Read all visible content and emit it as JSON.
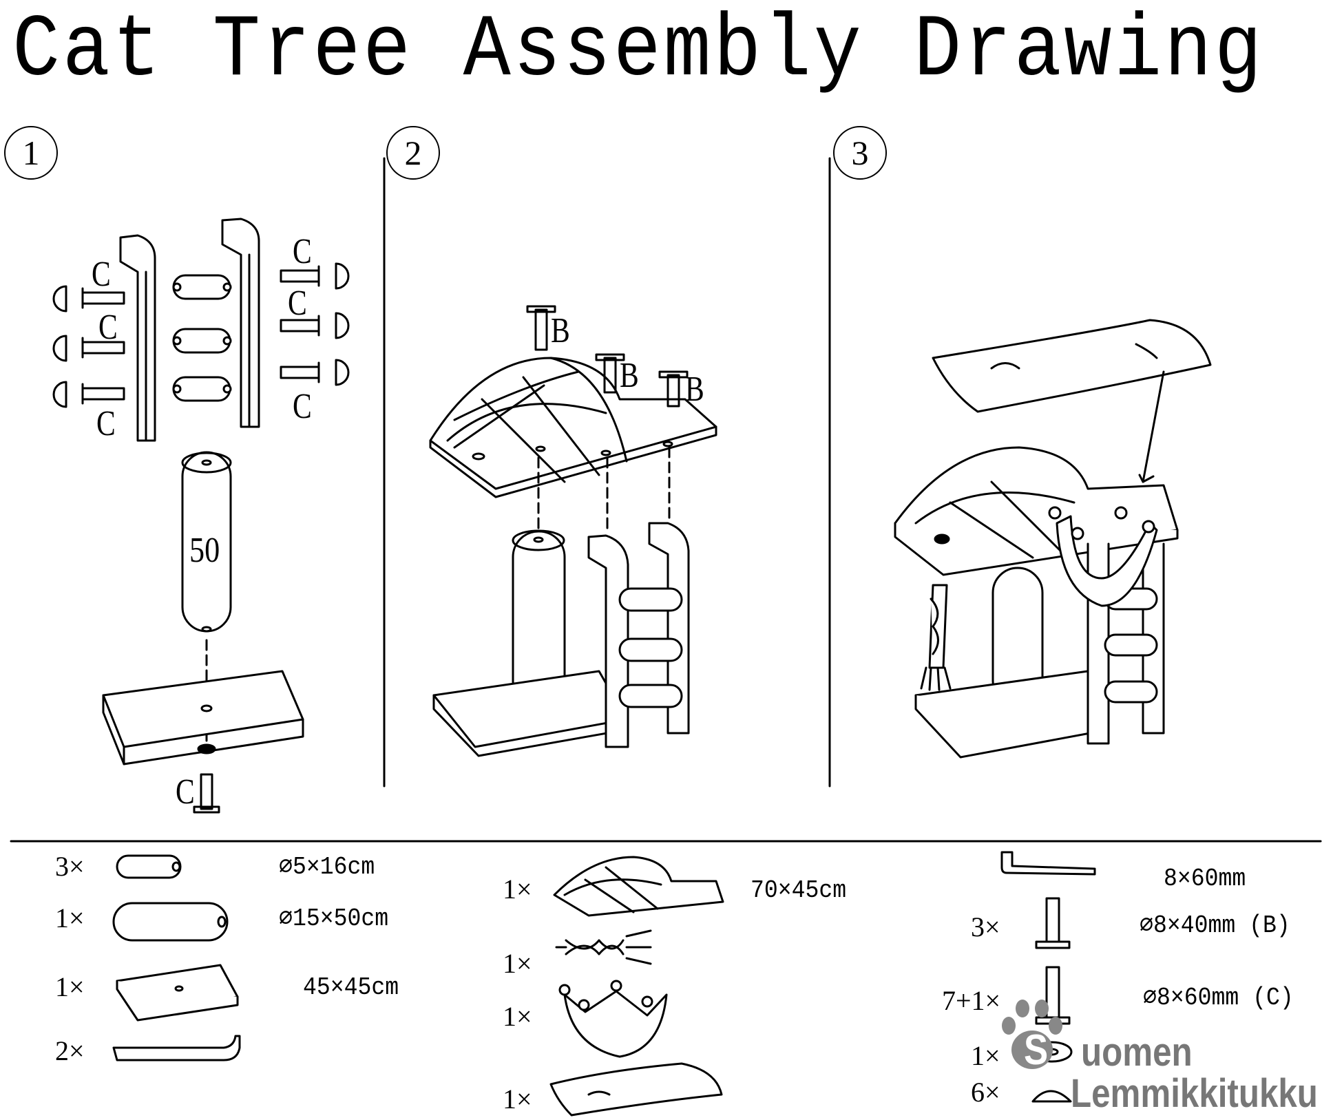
{
  "title": "Cat Tree Assembly Drawing",
  "steps": [
    "1",
    "2",
    "3"
  ],
  "labels": {
    "screw_c": "C",
    "screw_b": "B",
    "post_length": "50"
  },
  "parts_left": [
    {
      "qty": "3×",
      "dim": "∅5×16cm"
    },
    {
      "qty": "1×",
      "dim": "∅15×50cm"
    },
    {
      "qty": "1×",
      "dim": "45×45cm"
    },
    {
      "qty": "2×",
      "dim": ""
    }
  ],
  "parts_middle": [
    {
      "qty": "1×",
      "dim": "70×45cm"
    },
    {
      "qty": "1×",
      "dim": ""
    },
    {
      "qty": "1×",
      "dim": ""
    },
    {
      "qty": "1×",
      "dim": ""
    }
  ],
  "parts_right": [
    {
      "qty": "",
      "dim": "8×60mm"
    },
    {
      "qty": "3×",
      "dim": "∅8×40mm (B)"
    },
    {
      "qty": "7+1×",
      "dim": "∅8×60mm (C)"
    },
    {
      "qty": "1×",
      "dim": ""
    },
    {
      "qty": "6×",
      "dim": ""
    }
  ],
  "brand": {
    "line1": "uomen",
    "line2": "Lemmikkitukku",
    "initial": "S"
  },
  "colors": {
    "ink": "#000000",
    "watermark": "#777777"
  }
}
